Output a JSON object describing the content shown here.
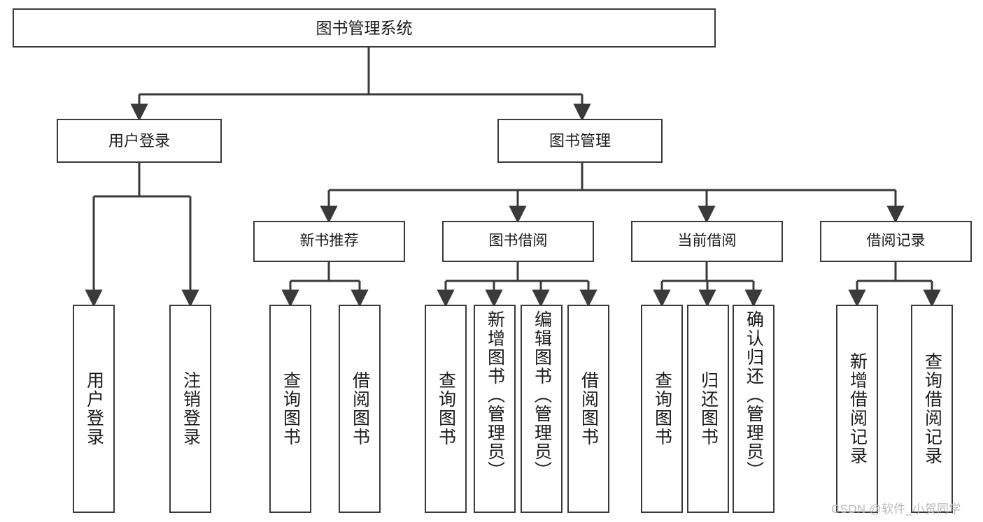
{
  "diagram": {
    "title": "图书管理系统",
    "type": "tree-hierarchy-chart",
    "root": {
      "id": "root",
      "label": "图书管理系统"
    },
    "level2": [
      {
        "id": "user-login",
        "label": "用户登录"
      },
      {
        "id": "book-management",
        "label": "图书管理"
      }
    ],
    "level3": [
      {
        "id": "new-book-recommend",
        "label": "新书推荐",
        "parent": "book-management"
      },
      {
        "id": "book-borrow",
        "label": "图书借阅",
        "parent": "book-management"
      },
      {
        "id": "current-borrow",
        "label": "当前借阅",
        "parent": "book-management"
      },
      {
        "id": "borrow-record",
        "label": "借阅记录",
        "parent": "book-management"
      }
    ],
    "leaves": {
      "user_login": [
        {
          "id": "leaf-user-login",
          "label": "用户登录"
        },
        {
          "id": "leaf-logout",
          "label": "注销登录"
        }
      ],
      "new_book_recommend": [
        {
          "id": "leaf-query-book-1",
          "label": "查询图书"
        },
        {
          "id": "leaf-borrow-book-1",
          "label": "借阅图书"
        }
      ],
      "book_borrow": [
        {
          "id": "leaf-query-book-2",
          "label": "查询图书"
        },
        {
          "id": "leaf-add-book",
          "label": "新增图书（管理员）"
        },
        {
          "id": "leaf-edit-book",
          "label": "编辑图书（管理员）"
        },
        {
          "id": "leaf-borrow-book-2",
          "label": "借阅图书"
        }
      ],
      "current_borrow": [
        {
          "id": "leaf-query-book-3",
          "label": "查询图书"
        },
        {
          "id": "leaf-return-book",
          "label": "归还图书"
        },
        {
          "id": "leaf-confirm-return",
          "label": "确认归还（管理员）"
        }
      ],
      "borrow_record": [
        {
          "id": "leaf-add-record",
          "label": "新增借阅记录"
        },
        {
          "id": "leaf-query-record",
          "label": "查询借阅记录"
        }
      ]
    },
    "colors": {
      "box_border": "#3a3a3a",
      "connector": "#3a3a3a",
      "text": "#1b1b1b",
      "background": "#ffffff",
      "watermark": "#b9b9b9"
    }
  },
  "watermark": {
    "text": "CSDN @软件_小贺同学"
  }
}
